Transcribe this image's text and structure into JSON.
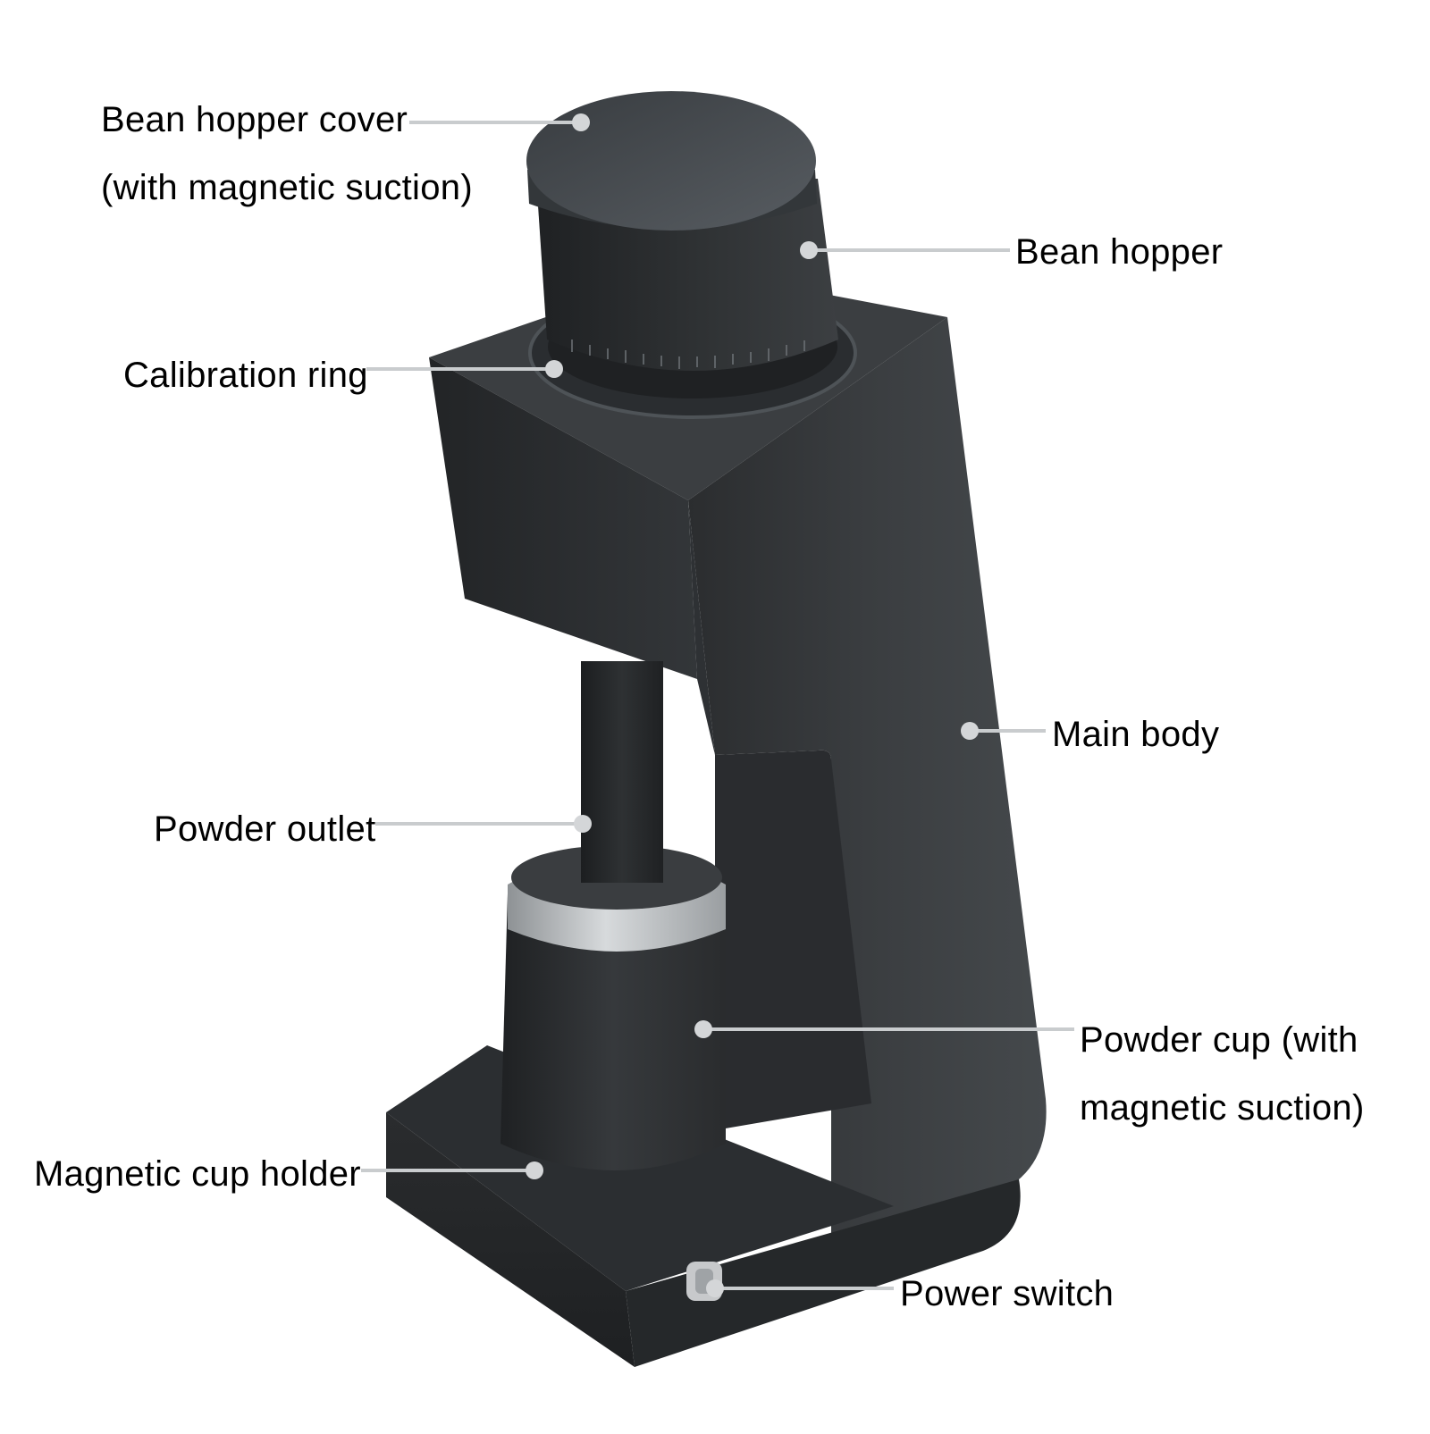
{
  "diagram": {
    "labels": {
      "hopper_cover": [
        "Bean hopper cover",
        "(with magnetic suction)"
      ],
      "bean_hopper": [
        "Bean hopper"
      ],
      "calibration_ring": [
        "Calibration ring"
      ],
      "main_body": [
        "Main body"
      ],
      "powder_outlet": [
        "Powder outlet"
      ],
      "powder_cup": [
        "Powder cup (with",
        "magnetic suction)"
      ],
      "cup_holder": [
        "Magnetic cup holder"
      ],
      "power_switch": [
        "Power switch"
      ]
    },
    "colors": {
      "body_front": "#34373a",
      "body_side": "#2a2c2e",
      "body_top": "#3a3d40",
      "hopper": "#2c2e30",
      "cover": "#4a4f53",
      "metal_inner": "#b8bcbf",
      "leader_line": "#c9ccce",
      "dot": "#d4d6d8"
    }
  }
}
